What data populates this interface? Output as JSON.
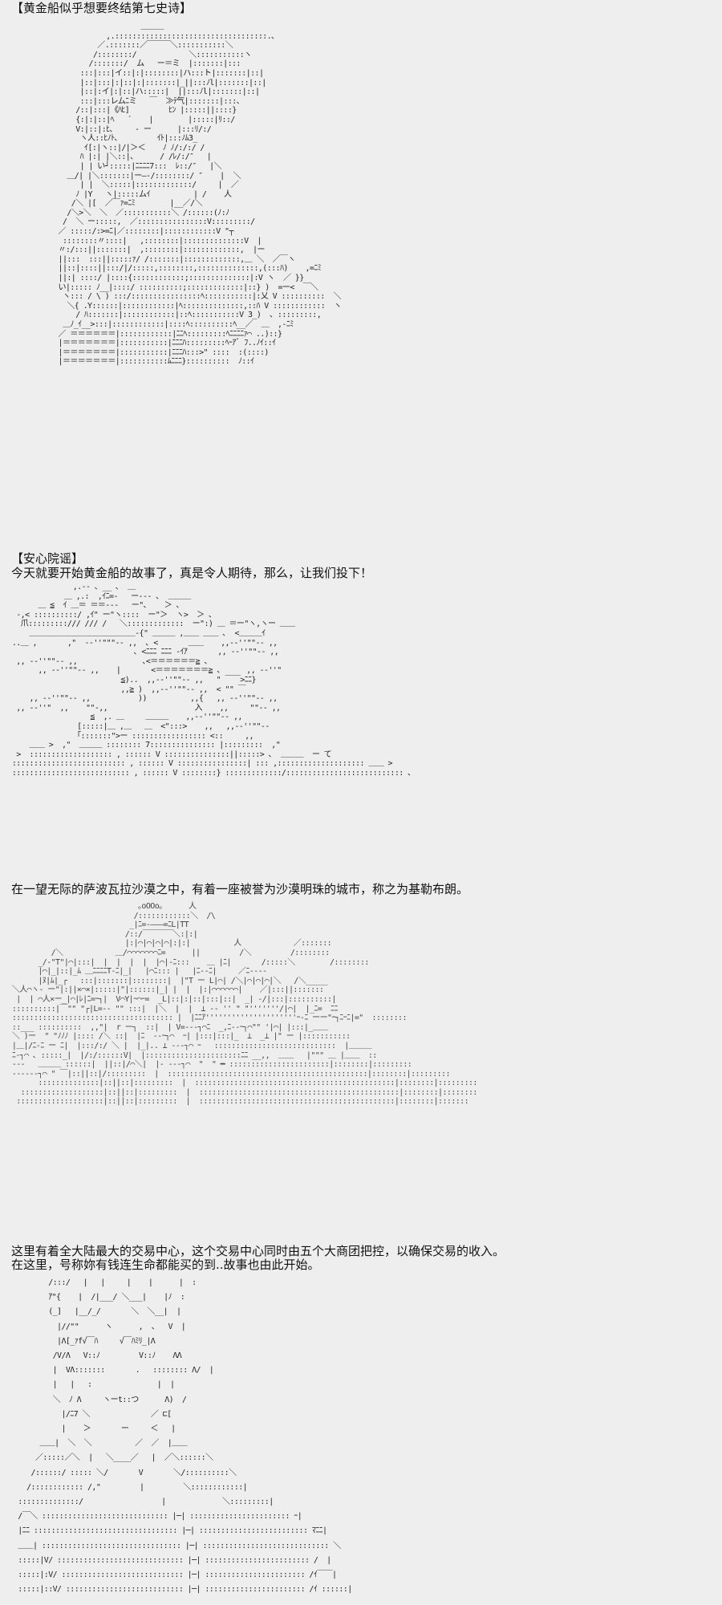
{
  "page": {
    "background": "#eeeeee",
    "text_color": "#111111"
  },
  "captions": {
    "title": "【黄金船似乎想要终结第七史诗】",
    "section_label": "【安心院谣】",
    "line1": "今天就要开始黄金船的故事了，真是令人期待，那么，让我们投下！",
    "line2": "在一望无际的萨波瓦拉沙漠之中，有着一座被誉为沙漠明珠的城市，称之为基勒布朗。",
    "line3": "这里有着全大陆最大的交易中心，这个交易中心同时由五个大商团把控，以确保交易的收入。",
    "line4": "在这里，号称妳有钱连生命都能买的到..故事也由此开始。"
  },
  "art": {
    "girl_with_plushies": [
      "                         ＿＿＿",
      "                 ,.:::::::::::::::::::::::::::::::::::.､",
      "               ／.:::::::／￣￣￣＼:::::::::::＼",
      "              /::::::::/            ＼:::::::::::ヽ",
      "             /:::::::/  ム   ー＝ミ  |:::::::|:::",
      "           :::|:::|イ::|:|::::::::|ハ:::ト|:::::::|::|",
      "           |::|:::|:|::|:|:::::::|_||:::ﾉl|:::::::|::|",
      "           |::|:イ|:|::|ハ:::::|  ||:::ﾉl|:::::::|::|",
      "           :::|:::レムﾆミ   ￣  ≫ﾃ气|:::::::|:::､",
      "          /::|:::|《ﾊﾋ]         ﾋﾝ |:::::||::::}",
      "          {:|:|::|ﾍ   ´    |        |:::::|ﾘ::/",
      "          V:|::|:ﾋ､     - ー      |:::ﾘ/:/",
      "           ヽ人::ﾋﾉﾄ､         ｲﾄ|:::ﾉﾑ3_",
      "            ｲ[:|ヽ::|/|＞＜    ﾉ ﾉ/:/:/ /",
      "           ﾊ |:| |＼::|､      / /ﾚ/:/″   |",
      "           | | い┘:::::|ﾆﾆﾆﾆ7:::  ﾚ::/″   |＼",
      "        ＿/| |＼:::::::|ー―‐/::::::::/ ″    |  ＼",
      "           | |  ＼:::::|:::::::::::::/     |  ／",
      "          ﾉ |Y   ヽ|:::::ムｲ          | /    人",
      "         /＼ |[  ／￣ｧ=ﾆﾐ        |__／/＼",
      "        /＼>＼  ＼  ／:::::::::::＼ /::::::(ﾉ:ﾉ",
      "       /  ＼ ー:::::,  ／::::::::::::::::V:::::::::/",
      "      ／ :::::/:>=ﾆ|／::::::::|::::::::::::V \"┬",
      "       ::::::::〃::::|   ,::::::::|::::::::::::::V  |",
      "      〃:/:::||:::::::|  ,::::::::|:::::::::::::,  |ー",
      "      ||:::  :::||:::::ｧ/ /:::::::|:::::::::::::,＿ ＼  ／￣ヽ",
      "      ||::|::::||:::/|/:::::,::::::::,::::::::::::::,(:::ﾊ)    ,=ﾆﾐ",
      "      ||:| ::::/ |::::{::::::::::::;::::::::::::::|:V ヽ  ／ }}",
      "      い|::::: ﾉ__|::::/ ::::::::::;:::::::::::::|::} )  =ー<  ￣＼",
      "       ヽ::: / \\ ) :::/::::::::::::::::ﾍ:::::::::::|:乂 V ::::::::::  ＼",
      "        ＼{ .Y::::::|::::::::::::|ﾍ::::::::::::::,::ﾊ V ::::::::::::  ヽ",
      "          / ﾊ:::::::|::::::::::::|::ﾍ:::::::::::V 3_)  ､ :::::::::,",
      "       ＿ﾉ_ｲ__>:::|::::::::::::|::::ﾍ::::::::::ﾍ__／  ＿  ,-ﾆﾐ",
      "      ／ ＝＝＝＝＝＝|::::::::::::|ﾆﾆﾍ:::::::::ﾍﾆﾆﾆﾆｧ⌒ ..)::}",
      "      |＝＝＝＝＝＝＝|:::::::::::|ﾆﾆﾆﾊ:::::::::ﾍｰｱﾞ ﾌ..ﾉｲ::ｲ",
      "      |＝＝＝＝＝＝＝|:::::::::::|ﾆﾆﾆﾊ:::>\" ::::  :(::::)",
      "      |＝＝＝＝＝＝＝|:::::::::::ﾑﾆﾆﾆ}::::::::::  ﾉ::ｲ"
    ],
    "desert_landscape": [
      "                ,.-- ､ __ ､  ＿",
      "              ＿ ,.:  ,ｲﾆ=-   ー--- ､  ＿＿＿",
      "        ＿ ≦  ｲ ＿＝ ＝＝---   ー\"､    ＞ ､",
      "   -,< ::::::::::/ ,ｲ\" ー\"ヽ::::  ー\"＞  ヽ>  ＞ ､",
      "    爪:::::::::/// /// /   ＼:::::::::::::  ー\":) ＿ ＝ー\"ヽ,ヽー ＿＿",
      "      ＿＿＿＿＿＿＿＿＿＿＿＿＿＿-{\" ＿＿＿ ,＿＿ ＿＿ ､  <＿＿＿ｲ",
      "  ..＿ ,       ,\"  -‐''\"\"\"-- ,,  ､ <       ＿＿    ,,-‐''\"\"-- ,,",
      "                              ､ <ﾆﾆﾆ ﾆﾆﾆ -ｲｱ       ,, -‐''\"\"-- ,,",
      "   ,, -‐''\"\"-- ,,               ､<＝＝＝＝＝＝≧ ､",
      "        ,, -‐''\"\"-- ,,    |       <＝＝＝＝＝＝＝≧ ､      ,, -‐''\"",
      "                           ≦)..  ,,-‐''\"\"-- ,,   \" ￣￣>ﾆﾆ}",
      "                           ,,≧ )  ,,-‐''\"\"-- ,,  < \"\" ￣",
      "      ,, -‐''\"\"-- ,,           ))          ,,{   ,, -‐''\"\"-- ,,",
      "   ,, -‐''\"  ,,    \"\"-,,                    入    ,,     \"\"-- ,,",
      "                    ≦  ,. ＿     ＿＿＿    ,,-‐''\"\"-- ,,",
      "                 [:::::|＿ ,＿   ＿  <\":::>    ,,   ,,-‐''\"\"--",
      "                 ｢:::::::\">ー ::::::::::::::::: <::     ,,",
      "      ＿＿ >  ,\"  ＿＿＿ :::::::: 7::::::::::::::: |:::::::::  ,\"",
      "   >  ::::::::::::::::::: , :::::: V :::::::::::::::||:::::> ､  ＿＿＿  ー て",
      "  :::::::::::::::::::::::::: , :::::: V ::::::::::::::::| ::: ,:::::::::::::::::::: ＿＿ >",
      "  ::::::::::::::::::::::::::: , :::::: V ::::::::} :::::::::::::/::::::::::::::::::::::::::: ､"
    ],
    "city_skyline": [
      "                               ｡oOOo｡      人",
      "                              /::::::::::::＼  /\\",
      "                             _|ﾆ=‐―――=ﾆL|TT",
      "                            /::/￣￣￣￣＼:|:|",
      "                            |:|⌒|⌒|⌒|⌒|:|:|          人            ／:::::::",
      "           /＼            ＿/⌒⌒⌒⌒⌒⌒⌒ﾆ=      ||         /＼         /::::::::",
      "        _/-\"T\"|⌒|:::|  |  |  |  |  |⌒|-ﾆ:::    ＿ |ﾆ|       /:::::＼        /::::::::",
      "        |⌒|_|::|_ﾑ ＿ﾆﾆﾆﾆT‐ﾆ|_|   |⌒ﾆ::: |   |ﾆ--ﾆ|     ／ﾆ‐---",
      "        |ﾇ|ﾑ|_┌   :::|:::::::|::::::::|  |\"T ー L|⌒| /＼|⌒|⌒|⌒|＼   /＼_____",
      "  ＼人⌒ヽ- ー\"|:||×⌒×|:::::|\"|::::::|_| |  |  |:|⌒⌒⌒⌒⌒⌒|    ／|:::||:::::::",
      "   |  | ⌒人×ー_|⌒|ﾚ|ﾆ=ｰ┐|  V⌒Y|ｰ⌒ｰ=  _L|::|:|::|:::|::|  _| ‐/|:::|::::::::::|",
      "  ::::::::::|￣\"\" \"┌|L=-‐ \"\" :::|  |＼  |  |  ⊥ -‐ '' \" \"'''''''/|⌒|  |_ﾆ=  ﾆﾆ",
      "  ::::::::::::::::::::::::::::::::::::: |  |ﾆﾆｱ'''''''''''''''''''''ｰ‐ﾆ ーー\"ｰ┐ﾆｰﾆ|=\"  ::::::::",
      "  ::___ ::::::::::  ,,\"|  r ー┐  ::|  | V=---┐⌒ﾆ  _,ﾆ--ｰ┐⌒\"\" '|⌒| |:::|_＿＿",
      "  ＼ )ー  \" \"ﾉﾉﾉ |:::: /＼ ::|  |ﾆ  --ｰ┐⌒  ｰ| |:::|:::|_  ⊥  _⊥ |\" ー |:::::::::::",
      "  |＿|/ﾆ-ﾆ ー ﾆ|  |:::/:/ ＼ |  |_|.. ⊥ ---┐⌒ ｰ   ::::::::::::::::::::::::::::  |＿＿＿",
      "  ﾆ-┐⌒ ､ :::::_|  |/:/::::::V|  |::::::::::::::::::::::ﾆﾆ __,,  ＿＿   |\"\"\" ＿ |＿＿  ::",
      "  ---   ＿＿＿ ::::::|  ||::|/⌒＼|  |- ---┐⌒  \"  \" ━ :::::::::::::::::::::::|::::::::|:::::::::",
      "  ---‐--┐⌒ \" ￣|::||::|/:::::::::  |  ::::::::::::::::::::::::::::::::::::::::::::::|::::::::|:::::::::",
      "        ::::::::::::::|::||::|:::::::::  |  ::::::::::::::::::::::::::::::::::::::::::::::|::::::::|:::::::::",
      "    :::::::::::::::::::|::||::|:::::::::  |  ::::::::::::::::::::::::::::::::::::::::::::::|::::::::|::::::::",
      "   ::::::::::::::::::::|::||::|:::::::::  |  :::::::::::::::::::::::::::::::::::::::::::::|::::::::|:::::::"
    ],
    "character_closeup": [
      "          /:::/   |   |     |    |      |  :",
      "          ｱ\"{    |  /|___/ ＼___|    |ﾉ  :",
      "          (_]   |__/_/       ＼  ＼__|  |",
      "            |//\"\"      ヽ      ,  ､   V  |",
      "            |Λ[_ｧf√￣ﾊ     √￣ﾊﾐﾘ_|Λ",
      "           /V/Λ   V::ﾉ         V::ﾉ    ΛΛ",
      "           |  VΛ:::::::       .   :::::::: Λ/  |",
      "           |   |   :               |  |",
      "           ＼  ﾉ Λ     ヽーt::つ      Λ)  /",
      "             |/ﾆ7 ＼              ／ ⊏[",
      "             |    ＞       ー     ＜   |",
      "        ＿＿|  ＼  ＼          ／  ／  |＿＿",
      "       ／:::::／＼  |   ＼____／   |  ／＼::::::＼",
      "      /::::::/ ::::: ＼/       V       ＼/::::::::::＼",
      "     /:::::::::::: /,\"         |         ＼::::::::::::|",
      "   ::::::::::::::/                  |             ＼:::::::::|",
      "   /￣＼ ::::::::::::::::::::::::::::: |─| ::::::::::::::::::::::: ｰ|",
      "   |ﾆﾆ ::::::::::::::::::::::::::::::::: |─| ::::::::::::::::::::::::: ﾏﾆﾆ|",
      "   ＿＿| :::::::::::::::::::::::::::::::: |─| ::::::::::::::::::::::::::::: ＼",
      "   :::::|V/ ::::::::::::::::::::::::::::: |─| :::::::::::::::::::::::: /  |",
      "   :::::|:V/ :::::::::::::::::::::::::::: |─| ::::::::::::::::::::::: /ｲ￣￣|",
      "   :::::|::V/ ::::::::::::::::::::::::::: |─| ::::::::::::::::::::::: /ｲ ::::::|"
    ]
  }
}
